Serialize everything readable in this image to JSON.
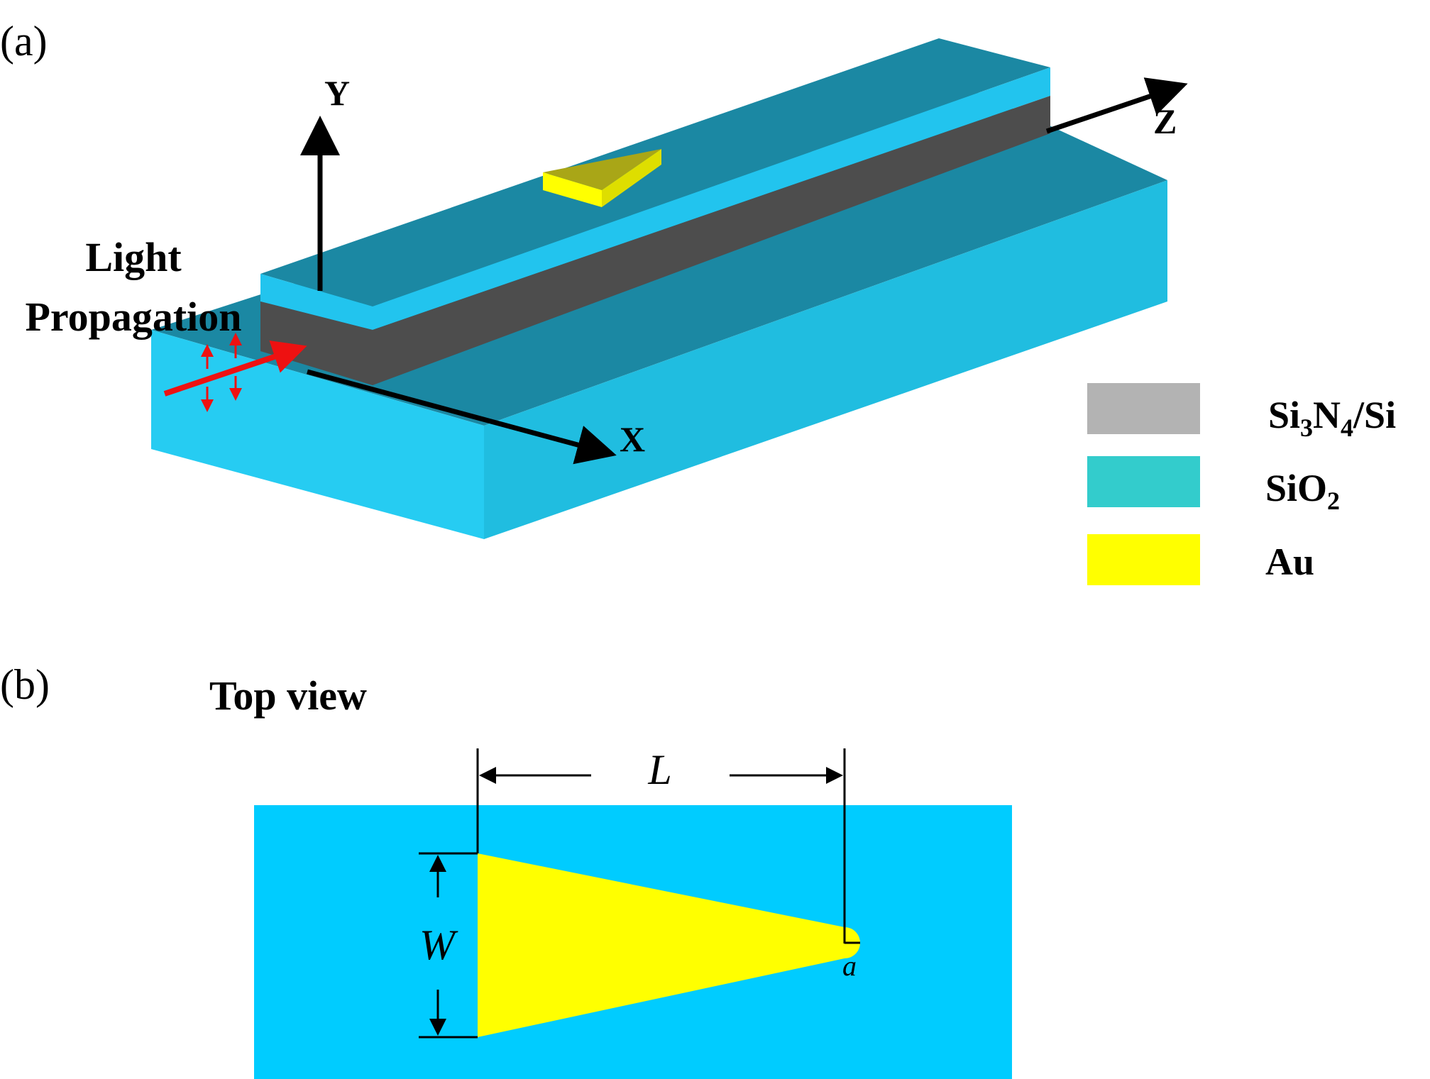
{
  "panel_a": {
    "label": "(a)",
    "light_propagation": [
      "Light",
      "Propagation"
    ],
    "axes": {
      "x": "X",
      "y": "Y",
      "z": "Z"
    }
  },
  "legend": [
    {
      "name": "Si3N4/Si",
      "base": "Si",
      "sub1": "3",
      "mid": "N",
      "sub2": "4",
      "tail": "/Si",
      "color": "#b3b3b3"
    },
    {
      "name": "SiO2",
      "base": "SiO",
      "sub1": "2",
      "color": "#33cccc"
    },
    {
      "name": "Au",
      "base": "Au",
      "color": "#ffff00"
    }
  ],
  "panel_b": {
    "label": "(b)",
    "title": "Top view",
    "dimensions": {
      "length": "L",
      "width": "W",
      "radius": "a"
    }
  },
  "colors": {
    "substrate_front": "#26ccf2",
    "substrate_side": "#20bde0",
    "waveguide_top": "#1b88a3",
    "cladding_layer": "#22c4ee",
    "core": "#4d4d4d",
    "gold_top": "#a9a617",
    "gold_side": "#ffff00",
    "arrow_red": "#ee1111",
    "topview_background": "#00ccff",
    "topview_taper": "#ffff00"
  }
}
